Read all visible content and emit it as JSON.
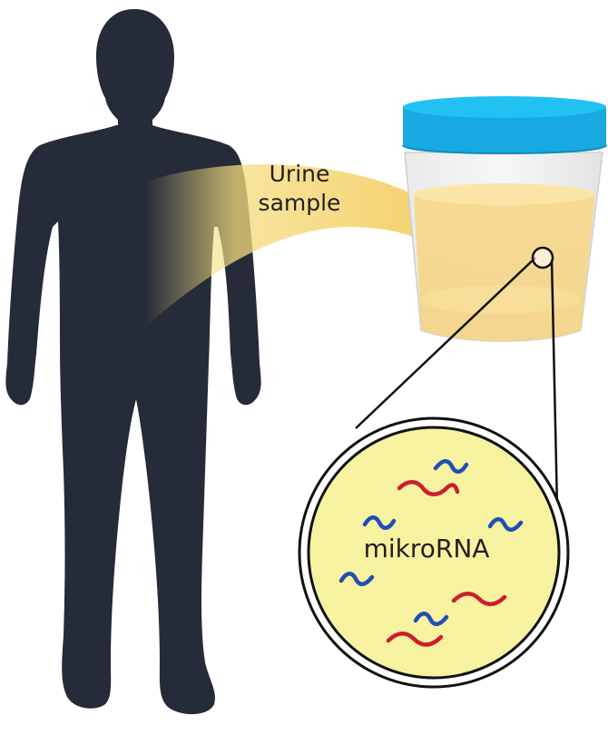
{
  "labels": {
    "urine_line1": "Urine",
    "urine_line2": "sample",
    "molecule": "mikroRNA"
  },
  "icons": [
    "person-silhouette-icon",
    "urine-cup-icon",
    "magnifier-circle-icon",
    "rna-strand-icon"
  ],
  "colors": {
    "silhouette": "#252b38",
    "arrow": "#f4d36a",
    "urine": "#f5d98c",
    "lid": "#17a9df",
    "lid_top": "#1fc0f0",
    "circle_fill": "#f7f2a0",
    "rna_blue": "#1f4fb5",
    "rna_red": "#cc1e2e"
  }
}
